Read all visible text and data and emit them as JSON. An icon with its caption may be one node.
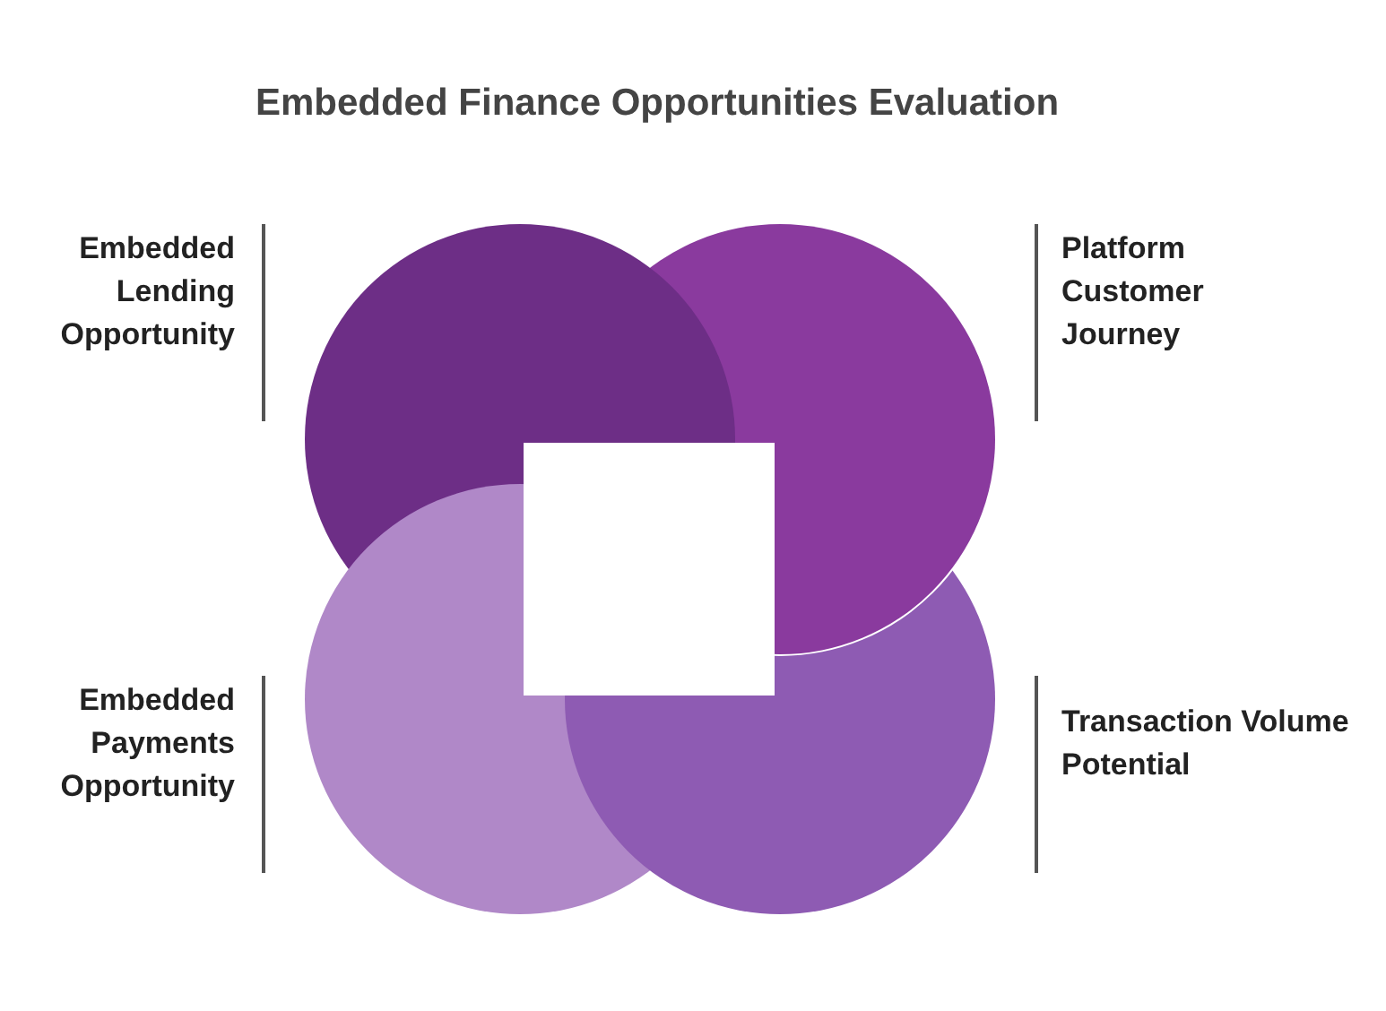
{
  "diagram": {
    "title": "Embedded Finance Opportunities Evaluation",
    "nodes": [
      {
        "text": [],
        "shape": "circle",
        "beside": [
          "Embedded Lending Opportunity"
        ]
      },
      {
        "text": [],
        "shape": "circle",
        "beside": [
          "Platform Customer Journey"
        ]
      },
      {
        "text": [],
        "shape": "circle",
        "beside": [
          "Embedded Payments Opportunity"
        ]
      },
      {
        "text": [],
        "shape": "circle",
        "beside": [
          "Transaction Volume Potential"
        ]
      }
    ],
    "edges": []
  }
}
